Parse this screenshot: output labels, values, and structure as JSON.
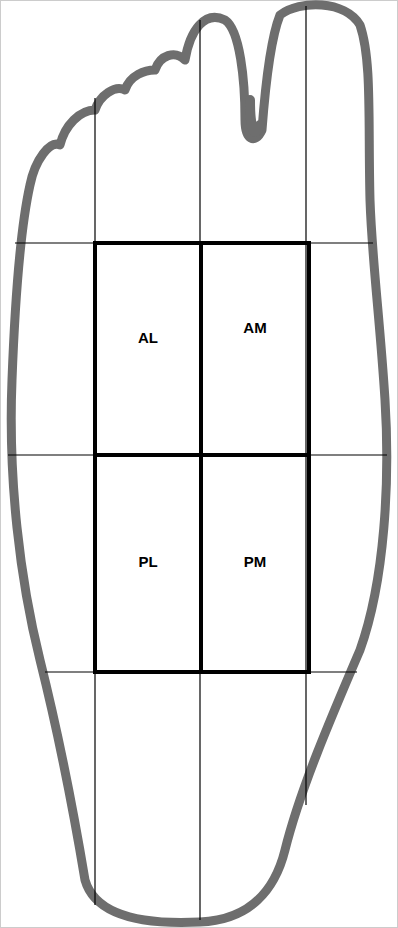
{
  "diagram": {
    "nodes": [
      {
        "text": [
          "AL"
        ]
      },
      {
        "text": [
          "AM"
        ]
      },
      {
        "text": [
          "PL"
        ]
      },
      {
        "text": [
          "PM"
        ]
      }
    ]
  }
}
